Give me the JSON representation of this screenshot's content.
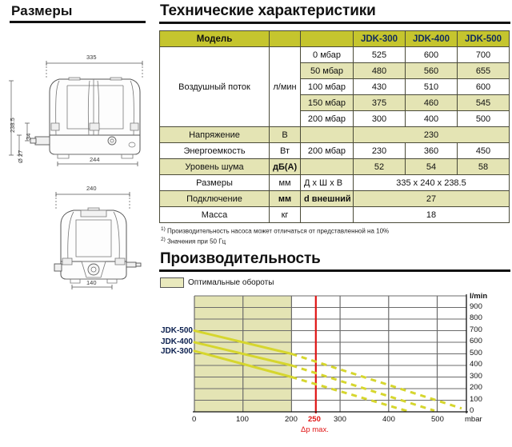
{
  "left": {
    "title": "Размеры",
    "front_view": {
      "width_dim": "335",
      "height_dim": "238.5",
      "offset_dim": "34",
      "port_dim": "Ø 27",
      "base_dim": "244"
    },
    "side_view": {
      "width_dim": "240",
      "base_dim": "140"
    }
  },
  "specs": {
    "title": "Технические характеристики",
    "model_label": "Модель",
    "models": [
      "JDK-300",
      "JDK-400",
      "JDK-500"
    ],
    "rows": [
      {
        "label": "Воздушный поток",
        "unit": "л/мин",
        "cond": "0 мбар",
        "values": [
          "525",
          "600",
          "700"
        ]
      },
      {
        "label": "",
        "unit": "",
        "cond": "50 мбар",
        "values": [
          "480",
          "560",
          "655"
        ]
      },
      {
        "label": "",
        "unit": "",
        "cond": "100 мбар",
        "values": [
          "430",
          "510",
          "600"
        ]
      },
      {
        "label": "",
        "unit": "",
        "cond": "150 мбар",
        "values": [
          "375",
          "460",
          "545"
        ]
      },
      {
        "label": "",
        "unit": "",
        "cond": "200 мбар",
        "values": [
          "300",
          "400",
          "500"
        ]
      },
      {
        "label": "Напряжение",
        "unit": "В",
        "cond": "",
        "span_value": "230"
      },
      {
        "label": "Энергоемкость",
        "unit": "Вт",
        "cond": "200 мбар",
        "values": [
          "230",
          "360",
          "450"
        ]
      },
      {
        "label": "Уровень шума",
        "unit": "дБ(А)",
        "cond": "",
        "values": [
          "52",
          "54",
          "58"
        ]
      },
      {
        "label": "Размеры",
        "unit": "мм",
        "cond": "Д х Ш х В",
        "span_value": "335 x 240 x 238.5"
      },
      {
        "label": "Подключение",
        "unit": "мм",
        "cond": "d внешний",
        "span_value": "27"
      },
      {
        "label": "Масса",
        "unit": "кг",
        "cond": "",
        "span_value": "18"
      }
    ],
    "footnotes": [
      {
        "marker": "1)",
        "text": "Производительность насоса может отличаться от представленной на 10%"
      },
      {
        "marker": "2)",
        "text": "Значения при 50 Гц"
      }
    ]
  },
  "performance": {
    "title": "Производительность",
    "legend_label": "Оптимальные обороты"
  },
  "chart_data": {
    "type": "line",
    "title": "Производительность",
    "xlabel": "mbar",
    "ylabel": "l/min",
    "xlim": [
      0,
      560
    ],
    "ylim": [
      0,
      1000
    ],
    "xticks": [
      "0",
      "100",
      "200",
      "250",
      "300",
      "400",
      "500"
    ],
    "xtick_values": [
      0,
      100,
      200,
      250,
      300,
      400,
      500
    ],
    "yticks": [
      "0",
      "100",
      "200",
      "300",
      "400",
      "500",
      "600",
      "700",
      "800",
      "900"
    ],
    "grid": true,
    "legend_position": "above-left",
    "annotations": [
      {
        "text": "Δp max.",
        "x": 250,
        "color": "#e01414",
        "type": "vline"
      }
    ],
    "optimal_band": {
      "label": "Оптимальные обороты",
      "x_from": 0,
      "x_to": 200,
      "color": "#e4e4b4"
    },
    "series": [
      {
        "name": "JDK-500",
        "color": "#d6d62e",
        "solid": [
          {
            "x": 0,
            "y": 700
          },
          {
            "x": 200,
            "y": 500
          }
        ],
        "dashed": [
          {
            "x": 200,
            "y": 500
          },
          {
            "x": 550,
            "y": 30
          }
        ]
      },
      {
        "name": "JDK-400",
        "color": "#d6d62e",
        "solid": [
          {
            "x": 0,
            "y": 600
          },
          {
            "x": 200,
            "y": 400
          }
        ],
        "dashed": [
          {
            "x": 200,
            "y": 400
          },
          {
            "x": 495,
            "y": 10
          }
        ]
      },
      {
        "name": "JDK-300",
        "color": "#d6d62e",
        "solid": [
          {
            "x": 0,
            "y": 525
          },
          {
            "x": 200,
            "y": 300
          }
        ],
        "dashed": [
          {
            "x": 200,
            "y": 300
          },
          {
            "x": 440,
            "y": 5
          }
        ]
      }
    ]
  }
}
